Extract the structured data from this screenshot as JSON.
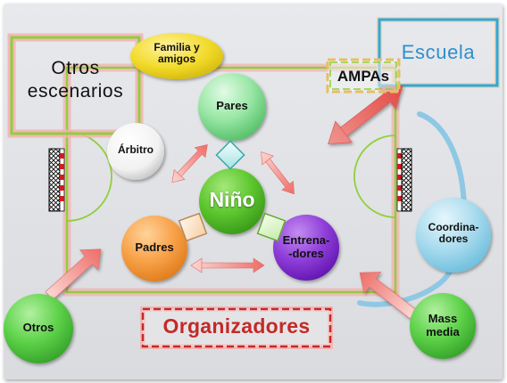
{
  "nodes": {
    "nino": "Niño",
    "pares": "Pares",
    "padres": "Padres",
    "entrenadores": "Entrena-\n-dores",
    "arbitro": "Árbitro",
    "coordinadores": "Coordina-\ndores",
    "mass_media": "Mass\nmedia",
    "otros": "Otros",
    "familia": "Familia y\namigos"
  },
  "scenarios": {
    "otros_escenarios": "Otros\nescenarios",
    "escuela": "Escuela",
    "ampas": "AMPAs",
    "organizadores": "Organizadores"
  },
  "colors": {
    "field_line": "#8fcf3c",
    "field_glow": "#f0a3a3",
    "escuela_border": "#29a9e1",
    "organizadores_border": "#c32a27",
    "arrow": "#ee7470",
    "ampas_border": "#e6c060"
  }
}
